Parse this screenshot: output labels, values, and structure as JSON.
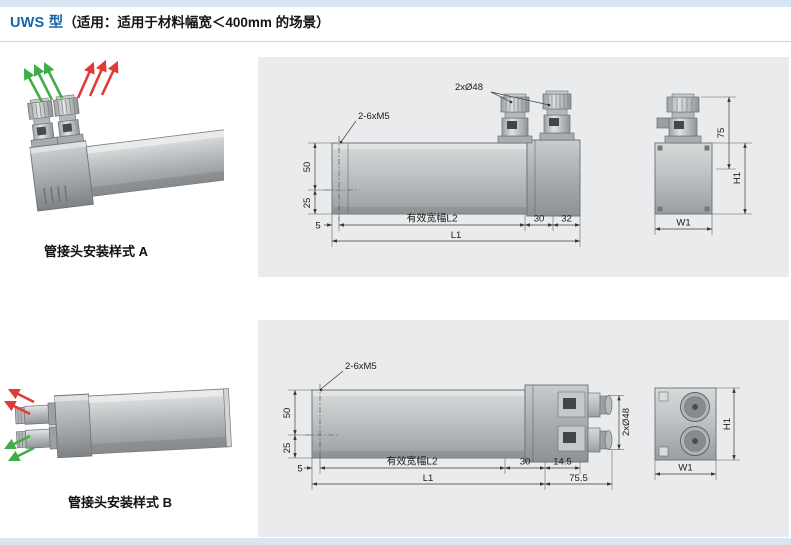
{
  "header": {
    "model": "UWS 型",
    "subtitle": "（适用：适用于材料幅宽＜400mm 的场景）"
  },
  "colors": {
    "accent_blue": "#1565a8",
    "panel_bg": "#e9ebec",
    "arrow_green": "#3fae49",
    "arrow_red": "#e03c36"
  },
  "style_a": {
    "caption": "管接头安装样式 A",
    "side_view": {
      "dia_label": "2xØ48",
      "screw_label": "2-6xM5",
      "dim_50": "50",
      "dim_25": "25",
      "dim_5": "5",
      "dim_l2": "有效宽幅L2",
      "dim_30": "30",
      "dim_32": "32",
      "dim_l1": "L1"
    },
    "end_view": {
      "dim_75": "75",
      "dim_h1": "H1",
      "dim_w1": "W1"
    }
  },
  "style_b": {
    "caption": "管接头安装样式 B",
    "side_view": {
      "screw_label": "2-6xM5",
      "dia_label": "2xØ48",
      "dim_50": "50",
      "dim_25": "25",
      "dim_5": "5",
      "dim_l2": "有效宽幅L2",
      "dim_30": "30",
      "dim_14_5": "14.5",
      "dim_l1": "L1",
      "dim_75_5": "75.5"
    },
    "end_view": {
      "dim_h1": "H1",
      "dim_w1": "W1"
    }
  }
}
